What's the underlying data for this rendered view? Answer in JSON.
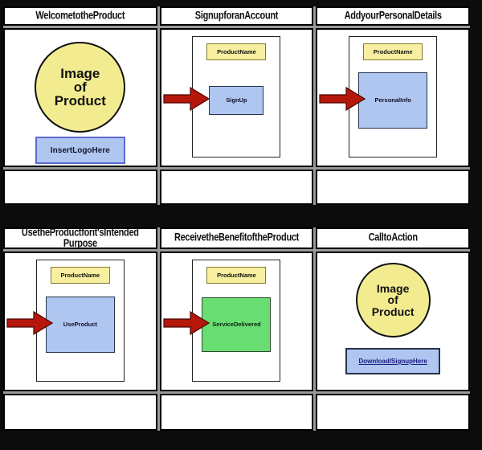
{
  "colors": {
    "background": "#0c0c0c",
    "cell_gap": "#9a9a9a",
    "arrow_red": "#b6170b",
    "circle_yellow": "#f2eb90",
    "note_yellow": "#f8f0a0",
    "light_blue": "#aec6f0",
    "green": "#68de72",
    "link_navy": "#1a1a80"
  },
  "panels": [
    {
      "title": "WelcometotheProduct",
      "circle_text": "Image\nof\nProduct",
      "logo_label": "InsertLogoHere",
      "description": ""
    },
    {
      "title": "SignupforanAccount",
      "site_label": "ProductName",
      "action_label": "SignUp",
      "description": ""
    },
    {
      "title": "AddyourPersonalDetails",
      "site_label": "ProductName",
      "action_label": "PersonalInfo",
      "description": ""
    },
    {
      "title": "UsetheProductforit'sIntended Purpose",
      "site_label": "ProductName",
      "action_label": "UseProduct",
      "description": ""
    },
    {
      "title": "ReceivetheBenefitoftheProduct",
      "site_label": "ProductName",
      "action_label": "ServiceDelivered",
      "description": ""
    },
    {
      "title": "CalltoAction",
      "circle_text": "Image\nof\nProduct",
      "link_label": "Download/SignupHere",
      "description": ""
    }
  ]
}
